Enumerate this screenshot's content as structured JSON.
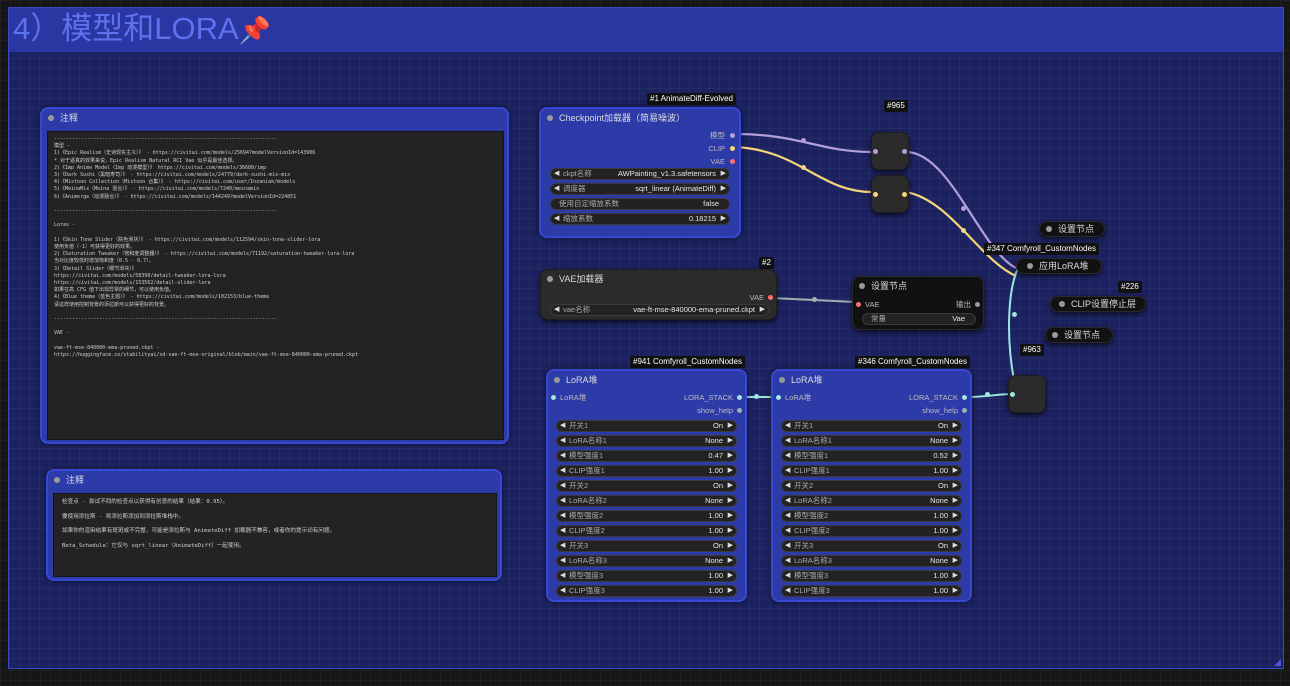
{
  "group": {
    "title": "4）模型和LORA",
    "pin_icon": "pushpin-icon"
  },
  "note1": {
    "title": "注释",
    "text": "--------------------------------------------------------------------------\n模型 -\n1)《Epic Realism（史诗现实主义）》 - https://civitai.com/models/25694?modelVersionId=143906\n* 对于逼真的效果来说，Epic Realism Natural RCI Vae 似乎是最佳选择。\n2)《Imp Anime Model（Imp 动漫模型）》 https://civitai.com/models/36680/imp\n3)《Dark Sushi（黑暗寿司）》 - https://civitai.com/models/24779/dark-sushi-mix-mix\n4)《Mistoon Collection（Mistoon 合集）》 - https://civitai.com/user/Inzaniak/models\n5)《MeinaMix（Meina 混合）》 - https://civitai.com/models/7240/meinamix\n6)《Animerge（动漫融合）》 - https://civitai.com/models/144249?modelVersionId=224851\n\n--------------------------------------------------------------------------\n\nLoras -\n\n1)《Skin Tone Slider（肤色滑块）》 - https://civitai.com/models/112594/skin-tone-slider-lora\n使用负值（-1）可获得更好的效果。\n2)《Saturation Tweaker（饱和度调整器）》 - https://civitai.com/models/71192/saturation-tweaker-lora-lora\n当对比度较低时增加饱和度（0.5 - 0.7）。\n3)《Detail Slider（细节滑块）》\nhttps://civitai.com/models/58390/detail-tweaker-lora-lora\nhttps://civitai.com/models/153562/detail-slider-lora\n如果在高 CFG 值下出现异常的细节，可以使用负值。\n4)《Blue theme（蓝色主题）》 - https://civitai.com/models/102153/blue-theme\n请这样使用控制背景的添拉斯可以获得更好的背景。\n\n--------------------------------------------------------------------------\n\nVAE -\n\nvae-ft-mse-840000-ema-pruned.ckpt -\nhttps://huggingface.co/stabilityai/sd-vae-ft-mse-original/blob/main/vae-ft-mse-840000-ema-pruned.ckpt"
  },
  "note2": {
    "title": "注释",
    "lines": [
      "检查点 - 尝试不同的检查点以获得有创意的结果（结果：0.95）。",
      "要使用添拉斯 - 将添拉斯添加到添拉斯堆栈中。",
      "如果你的渲染结果有斑斑或不完整，可能是添拉斯与 AnimateDiff 加载器不兼容，或者你的提示词有问题。",
      "Beta_Schedule：它仅与 sqrt_linear（AnimateDiff）一起使用。"
    ]
  },
  "checkpoint": {
    "badge": "#1 AnimateDiff-Evolved",
    "title": "Checkpoint加载器（简易噪波）",
    "outputs": [
      "模型",
      "CLIP",
      "VAE"
    ],
    "widgets": [
      {
        "label": "ckpt名称",
        "value": "AWPainting_v1.3.safetensors",
        "arrows": true
      },
      {
        "label": "调度器",
        "value": "sqrt_linear (AnimateDiff)",
        "arrows": true
      },
      {
        "label": "使用自定缩放系数",
        "value": "false",
        "arrows": false
      },
      {
        "label": "缩放系数",
        "value": "0.18215",
        "arrows": true
      }
    ]
  },
  "reroute965": {
    "badge": "#965"
  },
  "vae_loader": {
    "badge": "#2",
    "title": "VAE加载器",
    "output": "VAE",
    "widget": {
      "label": "vae名称",
      "value": "vae-ft-mse-840000-ema-pruned.ckpt"
    }
  },
  "set_node_vae": {
    "title": "设置节点",
    "input": "VAE",
    "output": "输出",
    "widget": {
      "label": "常量",
      "value": "Vae"
    }
  },
  "set_node_top": {
    "title": "设置节点"
  },
  "apply_lora": {
    "badge": "#347 Comfyroll_CustomNodes",
    "title": "应用LoRA堆"
  },
  "clip_stop": {
    "badge": "#226",
    "title": "CLIP设置停止层"
  },
  "set_node_bottom": {
    "title": "设置节点"
  },
  "reroute963": {
    "badge": "#963"
  },
  "lora_stack_a": {
    "badge": "#941 Comfyroll_CustomNodes",
    "title": "LoRA堆",
    "input": "LoRA堆",
    "output": "LORA_STACK",
    "output2": "show_help",
    "widgets": [
      {
        "label": "开关1",
        "value": "On"
      },
      {
        "label": "LoRA名称1",
        "value": "None"
      },
      {
        "label": "模型强度1",
        "value": "0.47"
      },
      {
        "label": "CLIP强度1",
        "value": "1.00"
      },
      {
        "label": "开关2",
        "value": "On"
      },
      {
        "label": "LoRA名称2",
        "value": "None"
      },
      {
        "label": "模型强度2",
        "value": "1.00"
      },
      {
        "label": "CLIP强度2",
        "value": "1.00"
      },
      {
        "label": "开关3",
        "value": "On"
      },
      {
        "label": "LoRA名称3",
        "value": "None"
      },
      {
        "label": "模型强度3",
        "value": "1.00"
      },
      {
        "label": "CLIP强度3",
        "value": "1.00"
      }
    ]
  },
  "lora_stack_b": {
    "badge": "#346 Comfyroll_CustomNodes",
    "title": "LoRA堆",
    "input": "LoRA堆",
    "output": "LORA_STACK",
    "output2": "show_help",
    "widgets": [
      {
        "label": "开关1",
        "value": "On"
      },
      {
        "label": "LoRA名称1",
        "value": "None"
      },
      {
        "label": "模型强度1",
        "value": "0.52"
      },
      {
        "label": "CLIP强度1",
        "value": "1.00"
      },
      {
        "label": "开关2",
        "value": "On"
      },
      {
        "label": "LoRA名称2",
        "value": "None"
      },
      {
        "label": "模型强度2",
        "value": "1.00"
      },
      {
        "label": "CLIP强度2",
        "value": "1.00"
      },
      {
        "label": "开关3",
        "value": "On"
      },
      {
        "label": "LoRA名称3",
        "value": "None"
      },
      {
        "label": "模型强度3",
        "value": "1.00"
      },
      {
        "label": "CLIP强度3",
        "value": "1.00"
      }
    ]
  },
  "colors": {
    "group_bg": "#1c2260",
    "group_header": "#2a37a3",
    "node_blue": "#2d3ba8",
    "link_clip": "#f5d57a",
    "link_model": "#b39ddb",
    "link_vae": "#ff6e6e",
    "link_lora": "#9ee7e0",
    "link_gray": "#9fb0b0"
  }
}
